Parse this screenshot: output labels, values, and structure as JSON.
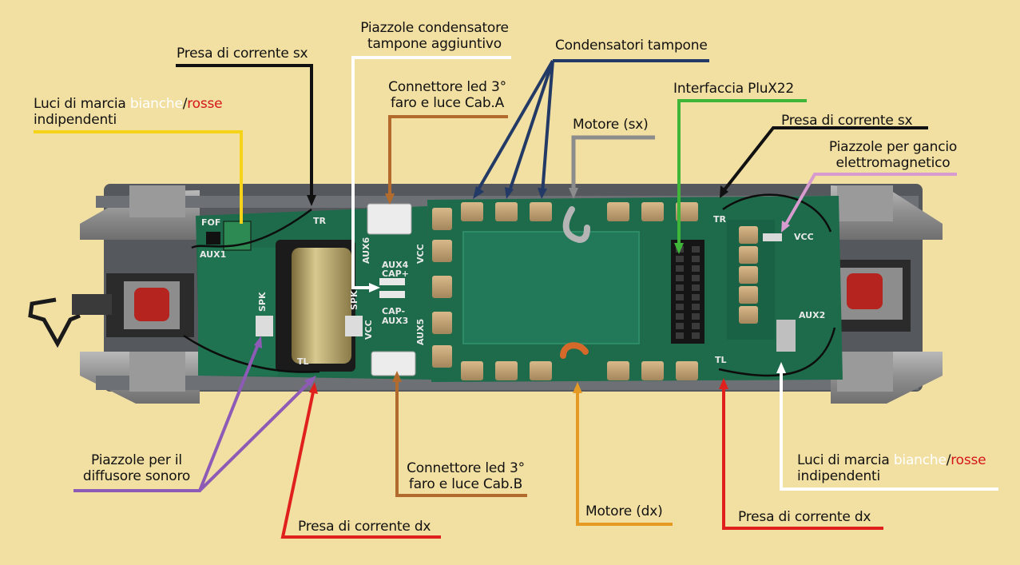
{
  "labels": {
    "presa_sx_left": "Presa di corrente sx",
    "piazzole_cond": {
      "line1": "Piazzole condensatore",
      "line2": "tampone aggiuntivo"
    },
    "condensatori": "Condensatori tampone",
    "luci_left": {
      "part1": "Luci di marcia ",
      "white": "bianche",
      "slash": "/",
      "red": "rosse",
      "line2": "indipendenti"
    },
    "conn_a": {
      "line1": "Connettore led 3°",
      "line2": "faro e luce Cab.A"
    },
    "interfaccia": "Interfaccia PluX22",
    "motore_sx": "Motore (sx)",
    "presa_sx_right": "Presa di corrente sx",
    "gancio": {
      "line1": "Piazzole per gancio",
      "line2": "elettromagnetico"
    },
    "diffusore": {
      "line1": "Piazzole per il",
      "line2": "diffusore sonoro"
    },
    "conn_b": {
      "line1": "Connettore led 3°",
      "line2": "faro e luce Cab.B"
    },
    "motore_dx": "Motore (dx)",
    "presa_dx_left": "Presa di corrente dx",
    "presa_dx_right": "Presa di corrente dx",
    "luci_right": {
      "part1": "Luci di marcia ",
      "white": "bianche",
      "slash": "/",
      "red": "rosse",
      "line2": "indipendenti"
    }
  },
  "pcb_silkscreen": {
    "fof": "FOF",
    "aux1": "AUX1",
    "spk": "SPK",
    "vcc": "VCC",
    "aux6": "AUX6",
    "aux4": "AUX4",
    "cap_plus": "CAP+",
    "cap_minus": "CAP-",
    "aux3": "AUX3",
    "aux5": "AUX5",
    "aux2": "AUX2",
    "tr": "TR",
    "tl": "TL"
  },
  "colors": {
    "background": "#f2dfa2",
    "pcb": "#1d6b4a",
    "black_lead": "#111111",
    "white_lead": "#ffffff",
    "yellow_lead": "#f4d319",
    "brown_lead": "#b36a2d",
    "navy_lead": "#233a66",
    "grey_lead": "#8c8c8c",
    "green_lead": "#3fb53a",
    "pink_lead": "#d79bcf",
    "purple_lead": "#8d5bb6",
    "red_lead": "#e0201c",
    "orange_lead": "#e59a24",
    "label_white": "#ffffff",
    "label_red": "#d4161b"
  }
}
